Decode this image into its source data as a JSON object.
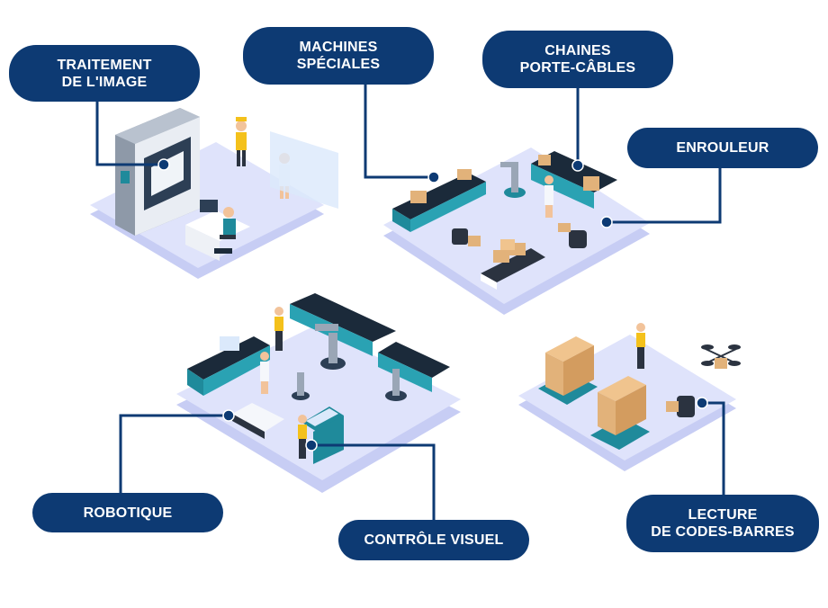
{
  "colors": {
    "label_bg": "#0d3a73",
    "label_text": "#ffffff",
    "connector": "#0d3a73",
    "platform": "#dfe3fb",
    "platform_side": "#c7cdf4",
    "conveyor": "#1b2a3a",
    "accent_teal": "#1f8a9b",
    "box": "#e2b27a"
  },
  "labels": {
    "traitement_image": {
      "line1": "TRAITEMENT",
      "line2": "DE L'IMAGE"
    },
    "machines_speciales": {
      "line1": "MACHINES",
      "line2": "SPÉCIALES"
    },
    "chaines_porte_cables": {
      "line1": "CHAINES",
      "line2": "PORTE-CÂBLES"
    },
    "enrouleur": {
      "line1": "ENROULEUR"
    },
    "robotique": {
      "line1": "ROBOTIQUE"
    },
    "controle_visuel": {
      "line1": "CONTRÔLE VISUEL"
    },
    "lecture_codes_barres": {
      "line1": "LECTURE",
      "line2": "DE CODES-BARRES"
    }
  }
}
